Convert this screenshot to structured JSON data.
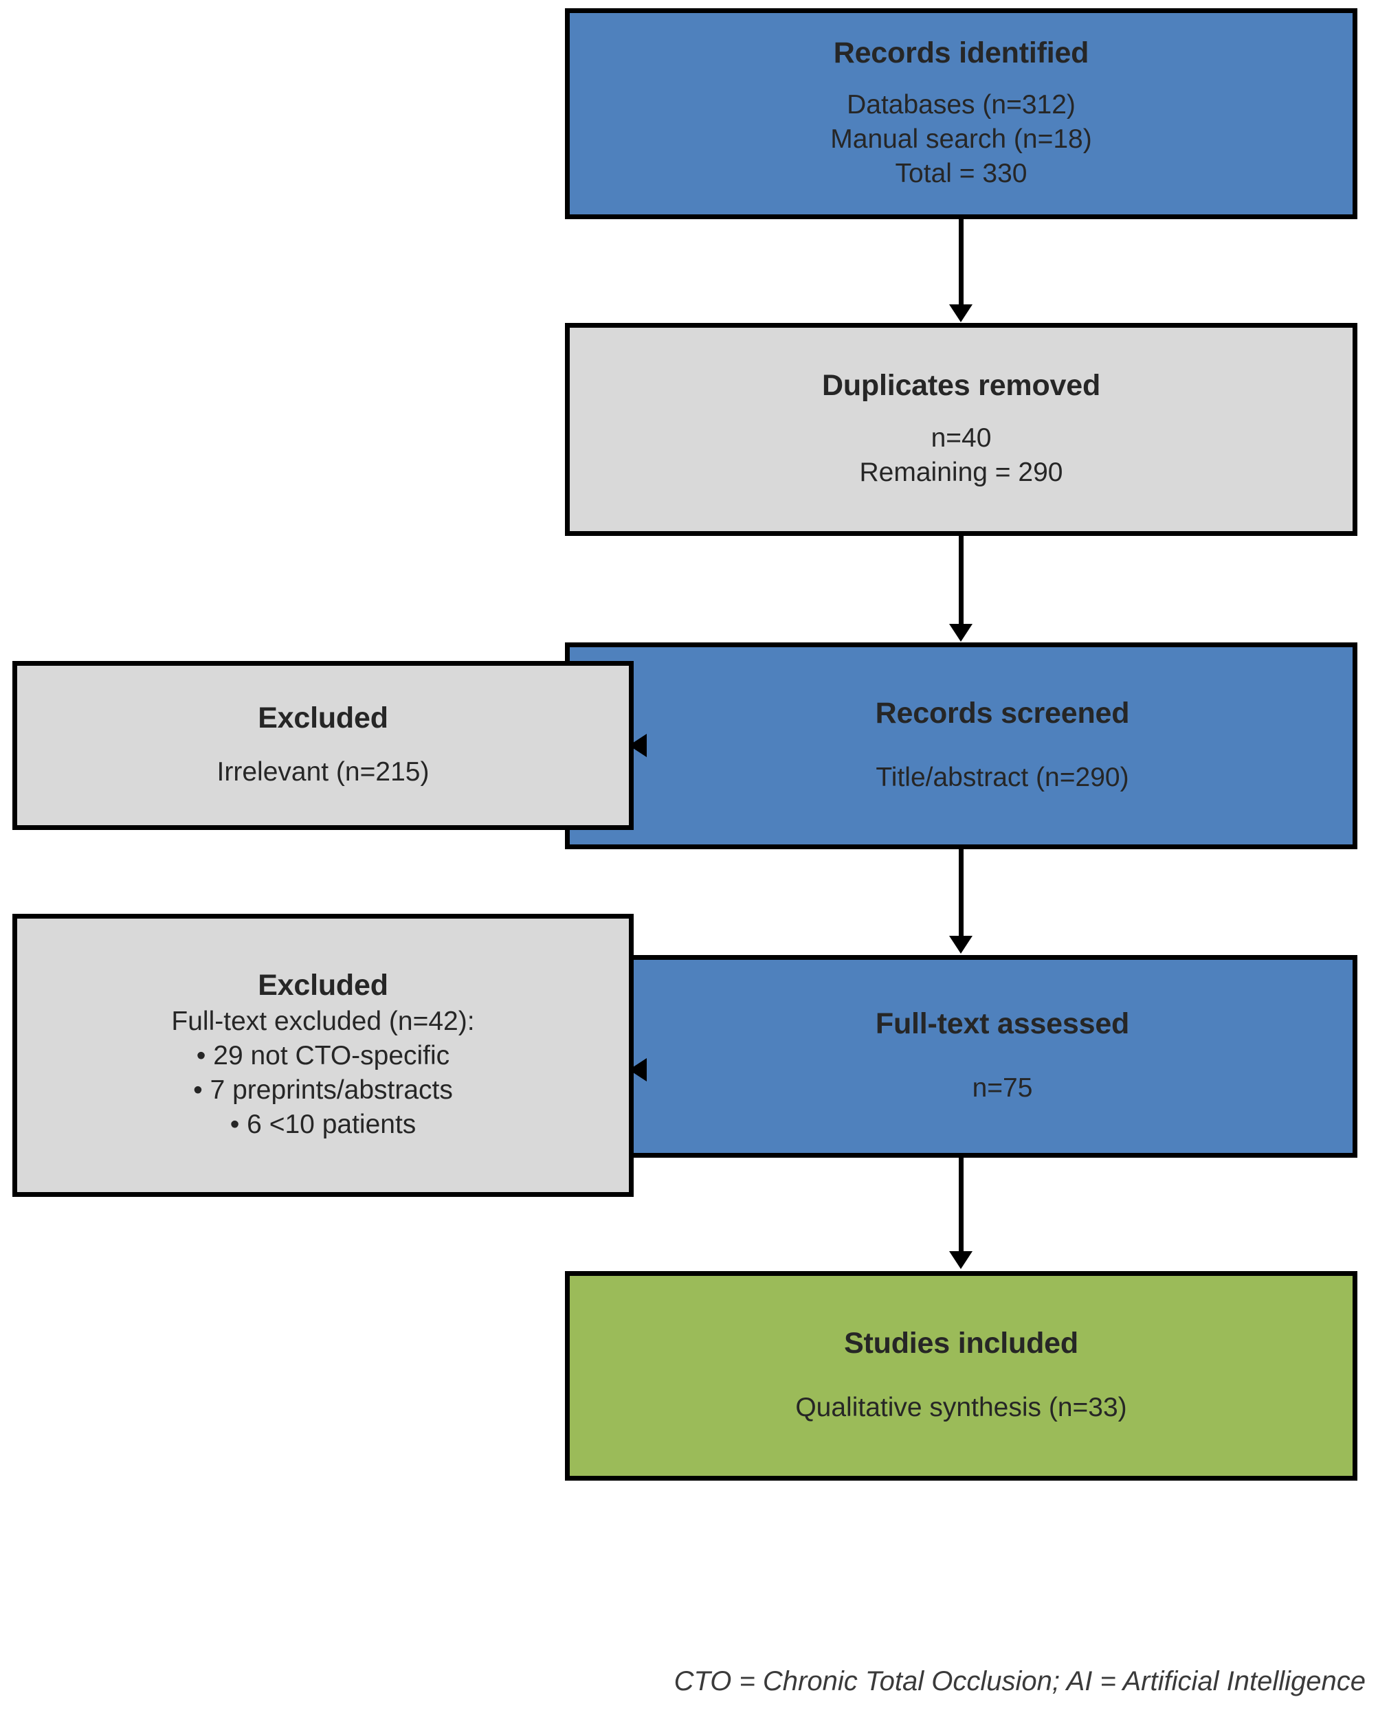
{
  "diagram": {
    "type": "prisma-flow-diagram",
    "colors": {
      "blue": "#4F81BD",
      "gray": "#D9D9D9",
      "green": "#9BBB59",
      "border": "#000000",
      "text": "#262626"
    },
    "nodes": [
      {
        "id": "records-identified",
        "title": "Records identified",
        "lines": [
          "Databases (n=312)",
          "Manual search (n=18)",
          "Total = 330"
        ],
        "fill": "blue"
      },
      {
        "id": "duplicates-removed",
        "title": "Duplicates removed",
        "lines": [
          "n=40",
          "Remaining = 290"
        ],
        "fill": "gray"
      },
      {
        "id": "records-screened",
        "title": "Records screened",
        "lines": [
          "Title/abstract (n=290)"
        ],
        "fill": "blue"
      },
      {
        "id": "excluded-screening",
        "title": "Excluded",
        "lines": [
          "Irrelevant (n=215)"
        ],
        "fill": "gray"
      },
      {
        "id": "fulltext-assessed",
        "title": "Full-text assessed",
        "lines": [
          "n=75"
        ],
        "fill": "blue"
      },
      {
        "id": "excluded-fulltext",
        "title": "Excluded",
        "lines": [
          "Full-text excluded (n=42):",
          "• 29 not CTO-specific",
          "• 7 preprints/abstracts",
          "• 6 <10 patients"
        ],
        "fill": "gray"
      },
      {
        "id": "studies-included",
        "title": "Studies included",
        "lines": [
          "Qualitative synthesis (n=33)"
        ],
        "fill": "green"
      }
    ],
    "footnote": "CTO = Chronic Total Occlusion; AI = Artificial Intelligence"
  },
  "chart_data": {
    "type": "diagram",
    "title": "PRISMA study selection flow",
    "stages": [
      {
        "label": "Records identified",
        "databases": 312,
        "manual_search": 18,
        "total": 330
      },
      {
        "label": "Duplicates removed",
        "removed": 40,
        "remaining": 290
      },
      {
        "label": "Records screened",
        "screened": 290,
        "excluded_irrelevant": 215
      },
      {
        "label": "Full-text assessed",
        "assessed": 75,
        "excluded_total": 42,
        "exclusion_reasons": [
          {
            "reason": "not CTO-specific",
            "n": 29
          },
          {
            "reason": "preprints/abstracts",
            "n": 7
          },
          {
            "reason": "<10 patients",
            "n": 6
          }
        ]
      },
      {
        "label": "Studies included",
        "qualitative_synthesis": 33
      }
    ]
  }
}
